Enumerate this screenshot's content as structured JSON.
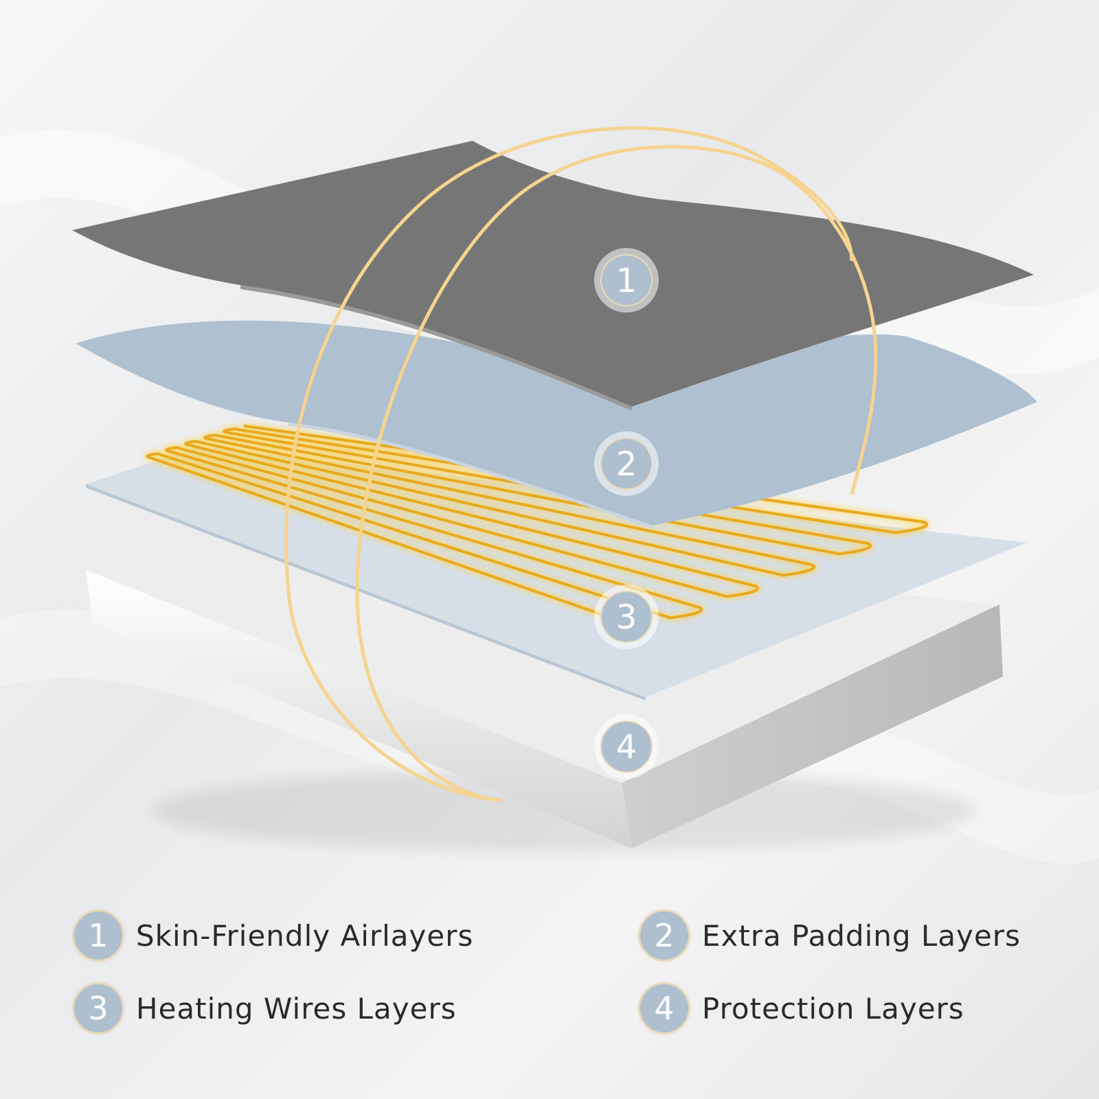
{
  "markers": [
    "1",
    "2",
    "3",
    "4"
  ],
  "legend": [
    {
      "number": "1",
      "label": "Skin-Friendly Airlayers"
    },
    {
      "number": "2",
      "label": "Extra Padding Layers"
    },
    {
      "number": "3",
      "label": "Heating Wires Layers"
    },
    {
      "number": "4",
      "label": "Protection Layers"
    }
  ],
  "colors": {
    "top_layer": "#767676",
    "padding_layer": "#afc0d0",
    "heating_layer": "#d6dfe8",
    "base_layer": "#f3f3f3",
    "wire": "#e8a91c",
    "ring": "#f6d38f",
    "badge": "#aebfcf"
  },
  "icons": [
    "heating-wire-graphic",
    "cable-loop-graphic"
  ]
}
